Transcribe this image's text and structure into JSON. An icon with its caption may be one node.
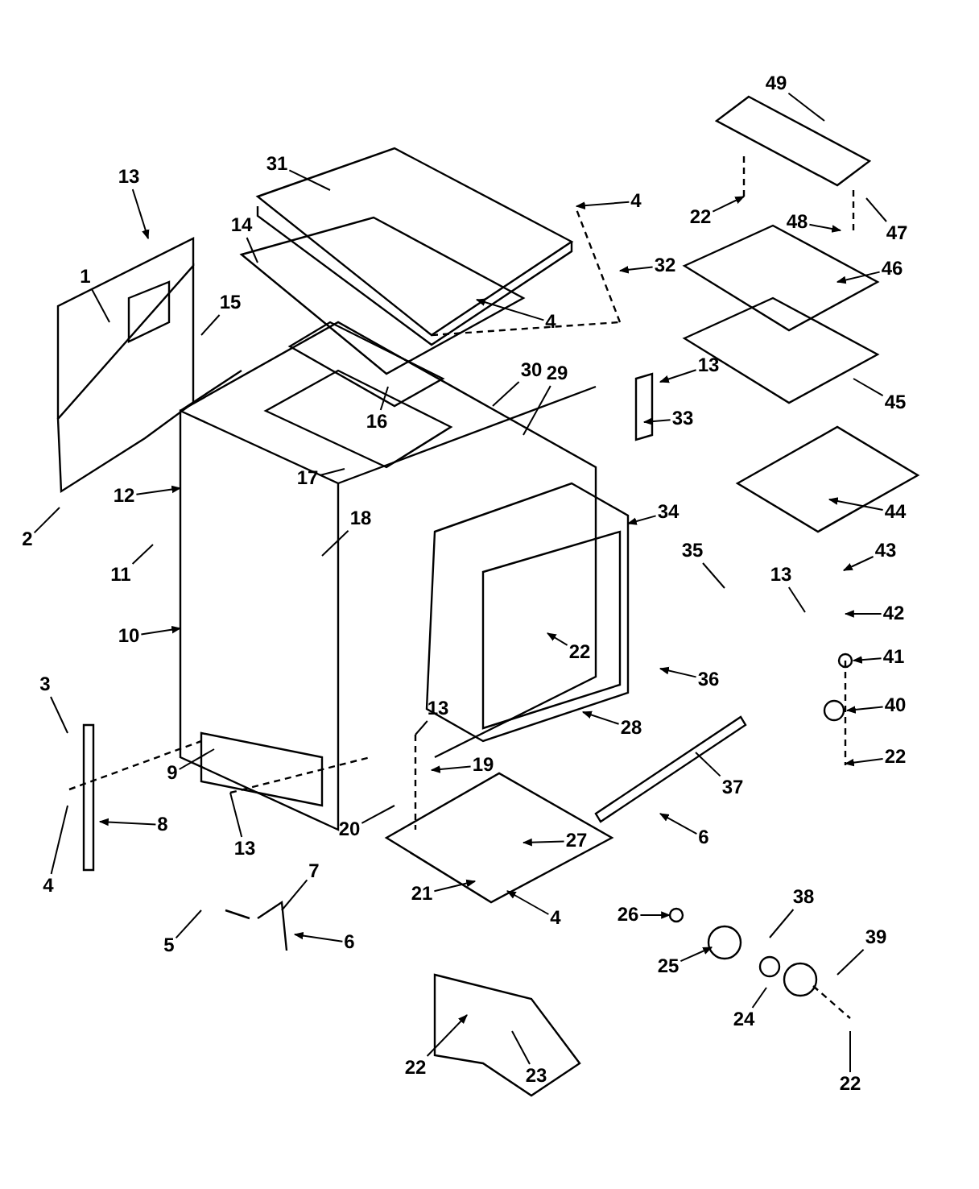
{
  "diagram": {
    "nodes": [
      {
        "text": [
          "49"
        ]
      },
      {
        "text": [
          "31"
        ]
      },
      {
        "text": [
          "13"
        ]
      },
      {
        "text": [
          "4"
        ]
      },
      {
        "text": [
          "14"
        ]
      },
      {
        "text": [
          "22"
        ]
      },
      {
        "text": [
          "48"
        ]
      },
      {
        "text": [
          "47"
        ]
      },
      {
        "text": [
          "1"
        ]
      },
      {
        "text": [
          "15"
        ]
      },
      {
        "text": [
          "46"
        ]
      },
      {
        "text": [
          "32"
        ]
      },
      {
        "text": [
          "4"
        ]
      },
      {
        "text": [
          "30"
        ]
      },
      {
        "text": [
          "29"
        ]
      },
      {
        "text": [
          "13"
        ]
      },
      {
        "text": [
          "16"
        ]
      },
      {
        "text": [
          "45"
        ]
      },
      {
        "text": [
          "17"
        ]
      },
      {
        "text": [
          "33"
        ]
      },
      {
        "text": [
          "12"
        ]
      },
      {
        "text": [
          "2"
        ]
      },
      {
        "text": [
          "44"
        ]
      },
      {
        "text": [
          "11"
        ]
      },
      {
        "text": [
          "18"
        ]
      },
      {
        "text": [
          "34"
        ]
      },
      {
        "text": [
          "35"
        ]
      },
      {
        "text": [
          "13"
        ]
      },
      {
        "text": [
          "43"
        ]
      },
      {
        "text": [
          "42"
        ]
      },
      {
        "text": [
          "10"
        ]
      },
      {
        "text": [
          "41"
        ]
      },
      {
        "text": [
          "22"
        ]
      },
      {
        "text": [
          "36"
        ]
      },
      {
        "text": [
          "40"
        ]
      },
      {
        "text": [
          "3"
        ]
      },
      {
        "text": [
          "28"
        ]
      },
      {
        "text": [
          "13"
        ]
      },
      {
        "text": [
          "22"
        ]
      },
      {
        "text": [
          "9"
        ]
      },
      {
        "text": [
          "19"
        ]
      },
      {
        "text": [
          "37"
        ]
      },
      {
        "text": [
          "4"
        ]
      },
      {
        "text": [
          "8"
        ]
      },
      {
        "text": [
          "13"
        ]
      },
      {
        "text": [
          "20"
        ]
      },
      {
        "text": [
          "6"
        ]
      },
      {
        "text": [
          "27"
        ]
      },
      {
        "text": [
          "21"
        ]
      },
      {
        "text": [
          "4"
        ]
      },
      {
        "text": [
          "7"
        ]
      },
      {
        "text": [
          "5"
        ]
      },
      {
        "text": [
          "6"
        ]
      },
      {
        "text": [
          "26"
        ]
      },
      {
        "text": [
          "38"
        ]
      },
      {
        "text": [
          "25"
        ]
      },
      {
        "text": [
          "39"
        ]
      },
      {
        "text": [
          "24"
        ]
      },
      {
        "text": [
          "22"
        ]
      },
      {
        "text": [
          "23"
        ]
      },
      {
        "text": [
          "22"
        ]
      }
    ],
    "edges": [
      {
        "from": 0,
        "to": null,
        "arrow": "none"
      },
      {
        "from": 1,
        "to": null,
        "arrow": "none"
      },
      {
        "from": 2,
        "to": null,
        "arrow": "to"
      },
      {
        "from": 3,
        "to": null,
        "arrow": "to"
      },
      {
        "from": 4,
        "to": null,
        "arrow": "none"
      },
      {
        "from": 5,
        "to": null,
        "arrow": "to"
      },
      {
        "from": 6,
        "to": null,
        "arrow": "to"
      },
      {
        "from": 7,
        "to": null,
        "arrow": "none"
      },
      {
        "from": 8,
        "to": null,
        "arrow": "none"
      },
      {
        "from": 9,
        "to": null,
        "arrow": "none"
      },
      {
        "from": 10,
        "to": null,
        "arrow": "to"
      },
      {
        "from": 11,
        "to": null,
        "arrow": "to"
      },
      {
        "from": 12,
        "to": null,
        "arrow": "to"
      },
      {
        "from": 13,
        "to": null,
        "arrow": "none"
      },
      {
        "from": 14,
        "to": null,
        "arrow": "none"
      },
      {
        "from": 15,
        "to": null,
        "arrow": "to"
      },
      {
        "from": 16,
        "to": null,
        "arrow": "none"
      },
      {
        "from": 17,
        "to": null,
        "arrow": "none"
      },
      {
        "from": 18,
        "to": null,
        "arrow": "none"
      },
      {
        "from": 19,
        "to": null,
        "arrow": "to"
      },
      {
        "from": 20,
        "to": null,
        "arrow": "to"
      },
      {
        "from": 21,
        "to": null,
        "arrow": "none"
      },
      {
        "from": 22,
        "to": null,
        "arrow": "to"
      },
      {
        "from": 23,
        "to": null,
        "arrow": "none"
      },
      {
        "from": 24,
        "to": null,
        "arrow": "none"
      },
      {
        "from": 25,
        "to": null,
        "arrow": "to"
      },
      {
        "from": 26,
        "to": null,
        "arrow": "none"
      },
      {
        "from": 27,
        "to": null,
        "arrow": "none"
      },
      {
        "from": 28,
        "to": null,
        "arrow": "to"
      },
      {
        "from": 29,
        "to": null,
        "arrow": "to"
      },
      {
        "from": 30,
        "to": null,
        "arrow": "to"
      },
      {
        "from": 31,
        "to": null,
        "arrow": "to"
      },
      {
        "from": 32,
        "to": null,
        "arrow": "to"
      },
      {
        "from": 33,
        "to": null,
        "arrow": "to"
      },
      {
        "from": 34,
        "to": null,
        "arrow": "to"
      },
      {
        "from": 35,
        "to": null,
        "arrow": "none"
      },
      {
        "from": 36,
        "to": null,
        "arrow": "to"
      },
      {
        "from": 37,
        "to": null,
        "arrow": "none"
      },
      {
        "from": 38,
        "to": null,
        "arrow": "to"
      },
      {
        "from": 39,
        "to": null,
        "arrow": "none"
      },
      {
        "from": 40,
        "to": null,
        "arrow": "to"
      },
      {
        "from": 41,
        "to": null,
        "arrow": "none"
      },
      {
        "from": 42,
        "to": null,
        "arrow": "none"
      },
      {
        "from": 43,
        "to": null,
        "arrow": "to"
      },
      {
        "from": 44,
        "to": null,
        "arrow": "none"
      },
      {
        "from": 45,
        "to": null,
        "arrow": "none"
      },
      {
        "from": 46,
        "to": null,
        "arrow": "to"
      },
      {
        "from": 47,
        "to": null,
        "arrow": "to"
      },
      {
        "from": 48,
        "to": null,
        "arrow": "to"
      },
      {
        "from": 49,
        "to": null,
        "arrow": "to"
      },
      {
        "from": 50,
        "to": null,
        "arrow": "none"
      },
      {
        "from": 51,
        "to": null,
        "arrow": "none"
      },
      {
        "from": 52,
        "to": null,
        "arrow": "to"
      },
      {
        "from": 53,
        "to": null,
        "arrow": "to"
      },
      {
        "from": 54,
        "to": null,
        "arrow": "none"
      },
      {
        "from": 55,
        "to": null,
        "arrow": "to"
      },
      {
        "from": 56,
        "to": null,
        "arrow": "none"
      },
      {
        "from": 57,
        "to": null,
        "arrow": "none"
      },
      {
        "from": 58,
        "to": null,
        "arrow": "to"
      },
      {
        "from": 59,
        "to": null,
        "arrow": "none"
      },
      {
        "from": 60,
        "to": null,
        "arrow": "none"
      }
    ]
  }
}
